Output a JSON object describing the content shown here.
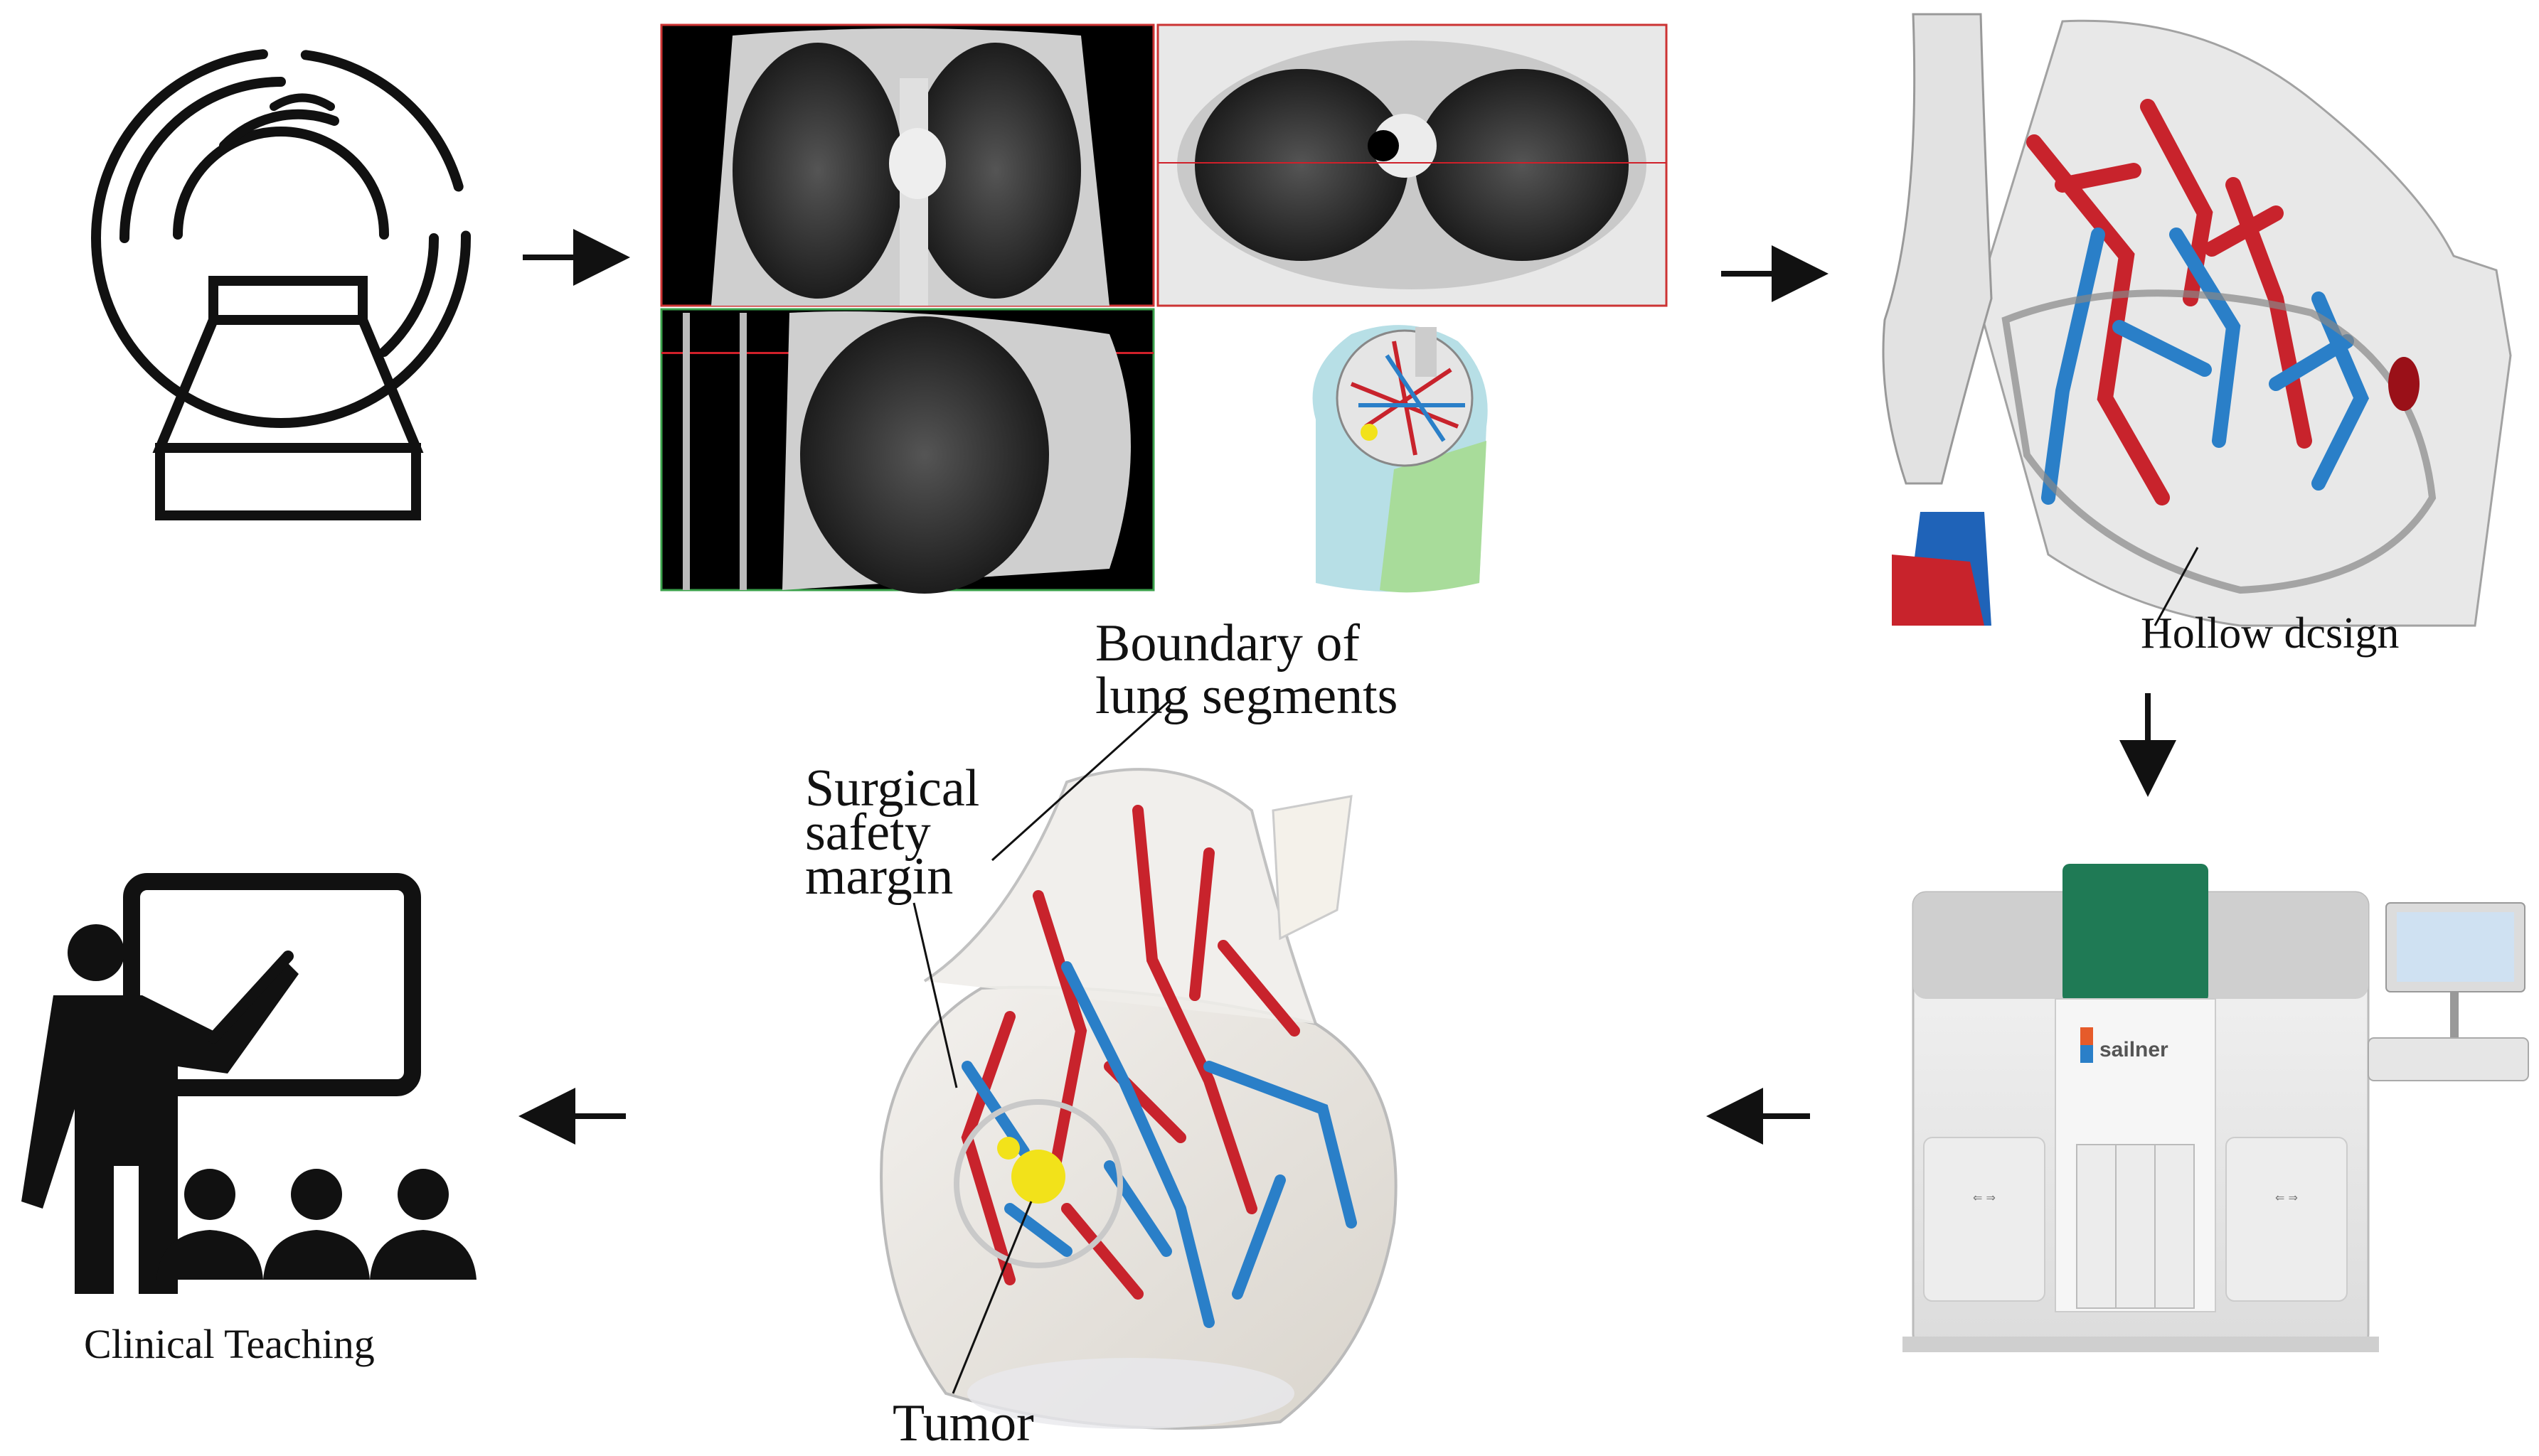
{
  "labels": {
    "boundary": [
      "Boundary of",
      "lung segments"
    ],
    "surgical": [
      "Surgical",
      "safety",
      "margin"
    ],
    "tumor": "Tumor",
    "hollow": "Hollow dcsign",
    "clinical": "Clinical Teaching",
    "brand": "sailner"
  },
  "icons": {
    "ct_scanner": "ct-scanner-icon",
    "teacher": "teacher-icon"
  },
  "colors": {
    "artery": "#c8232c",
    "vein": "#2a7fc8",
    "tumor": "#f2e21a",
    "printer_window": "#1f7a55",
    "ct_window_border_red": "#d0202a",
    "ct_window_border_green": "#3aa04a"
  }
}
